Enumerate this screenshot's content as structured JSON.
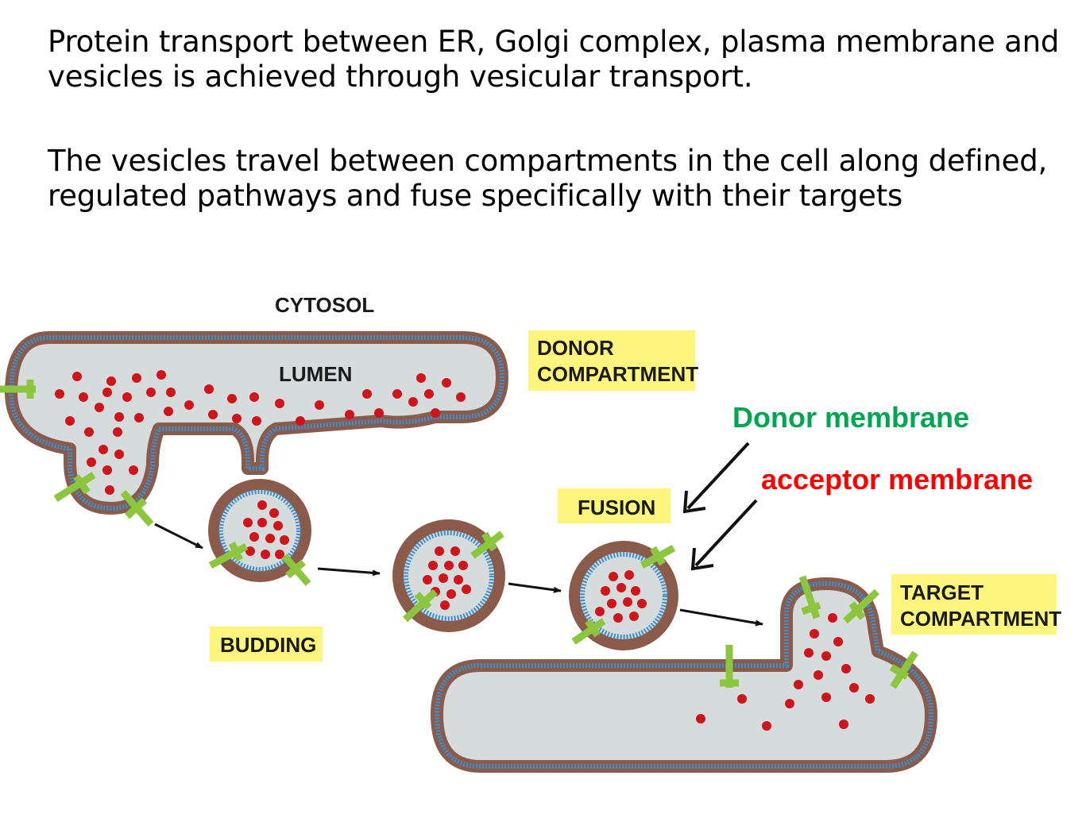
{
  "text": {
    "para1_line1": "Protein transport between ER, Golgi complex, plasma membrane and",
    "para1_line2": "vesicles is achieved through vesicular transport.",
    "para2_line1": "The vesicles travel between compartments in the cell along defined,",
    "para2_line2": "regulated pathways and fuse specifically with their targets"
  },
  "labels": {
    "cytosol": "CYTOSOL",
    "lumen": "LUMEN",
    "donor_line1": "DONOR",
    "donor_line2": "COMPARTMENT",
    "budding": "BUDDING",
    "fusion": "FUSION",
    "target_line1": "TARGET",
    "target_line2": "COMPARTMENT",
    "donor_membrane": "Donor membrane",
    "acceptor_membrane": "acceptor membrane"
  },
  "colors": {
    "lumen_fill": "#d6dcdc",
    "outer_membrane": "#8a5a4a",
    "inner_membrane": "#3a8fcf",
    "cargo": "#d0141b",
    "receptor": "#8cc63f",
    "label_box": "#fdf57c",
    "donor_text": "#00a650",
    "acceptor_text": "#ff0000"
  }
}
